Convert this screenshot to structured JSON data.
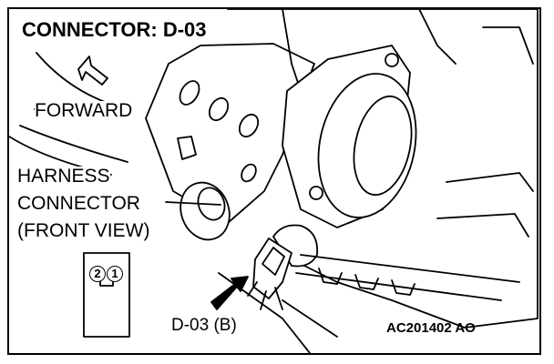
{
  "title": "CONNECTOR: D-03",
  "forward_label": "FORWARD",
  "harness_label": {
    "line1": "HARNESS",
    "line2": "CONNECTOR",
    "line3": "(FRONT VIEW)"
  },
  "pins": [
    "2",
    "1"
  ],
  "part_label": "D-03 (B)",
  "figure_code": "AC201402 AO"
}
